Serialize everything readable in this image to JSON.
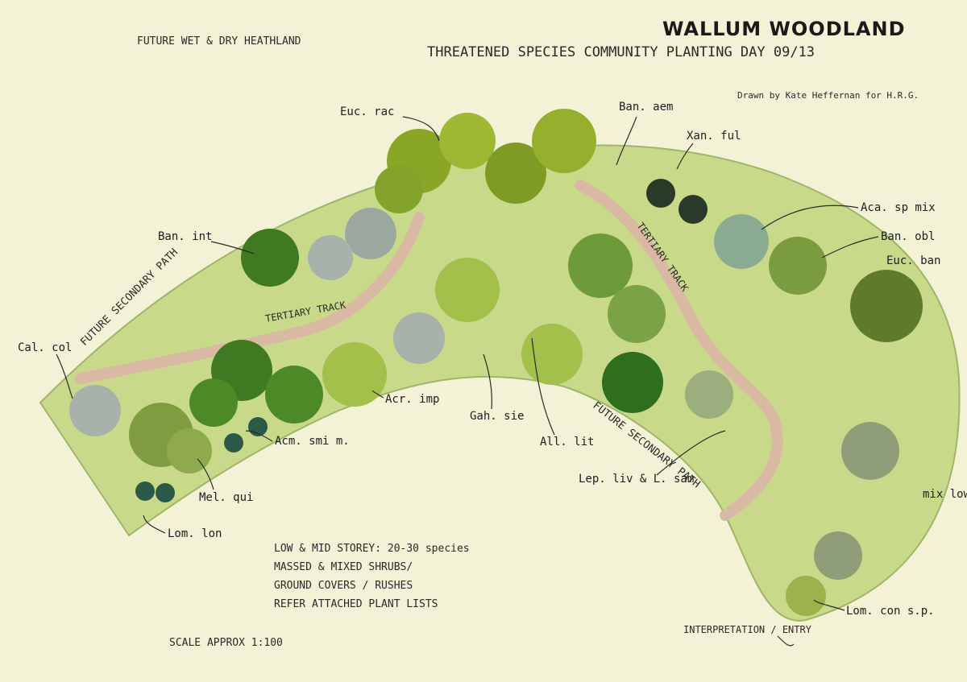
{
  "title": "WALLUM WOODLAND",
  "subtitle": "THREATENED SPECIES COMMUNITY PLANTING DAY 09/13",
  "credit": "Drawn by Kate Heffernan for H.R.G.",
  "future_heath": "FUTURE WET & DRY HEATHLAND",
  "paths": {
    "future_secondary_top": "FUTURE SECONDARY PATH",
    "future_secondary_bottom": "FUTURE SECONDARY PATH",
    "tertiary_left": "TERTIARY TRACK",
    "tertiary_right": "TERTIARY TRACK",
    "entry": "INTERPRETATION / ENTRY"
  },
  "labels": {
    "euc_rac": "Euc. rac",
    "ban_aem": "Ban. aem",
    "xan_ful": "Xan. ful",
    "aca_sp": "Aca. sp mix",
    "ban_obl": "Ban. obl",
    "euc_ban": "Euc. ban",
    "ban_int": "Ban. int",
    "cal_col": "Cal. col",
    "acr_imp": "Acr. imp",
    "acm_smi": "Acm. smi m.",
    "mel_qui": "Mel. qui",
    "lom_lon": "Lom. lon",
    "gah_sie": "Gah. sie",
    "all_lit": "All. lit",
    "lep_liv": "Lep. liv & L. sam",
    "mix_low": "mix low heath",
    "lom_con": "Lom. con s.p."
  },
  "notes": [
    "LOW & MID STOREY: 20-30 species",
    "MASSED & MIXED SHRUBS/",
    "GROUND COVERS / RUSHES",
    "REFER ATTACHED PLANT LISTS"
  ],
  "scale": "SCALE APPROX 1:100",
  "colors": {
    "paper": "#f3f1d6",
    "bed": "#c9d98a",
    "track": "#d9b9a4",
    "dark": "#2f5f1c",
    "mid": "#6f9a3a",
    "light": "#a9c55a",
    "grey": "#9aa8a0"
  }
}
